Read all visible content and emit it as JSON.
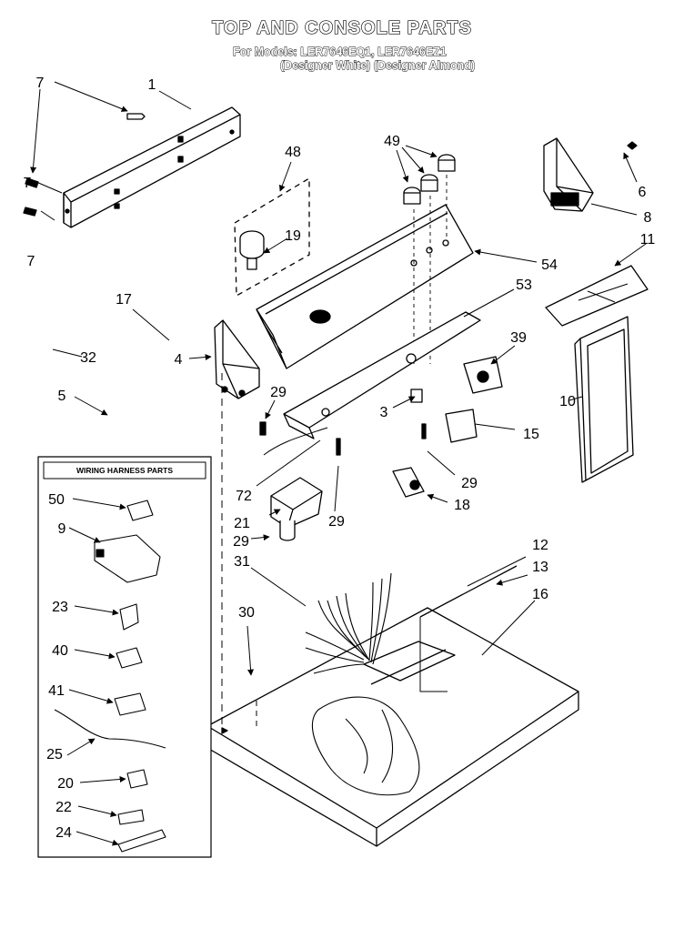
{
  "header": {
    "title": "TOP AND CONSOLE PARTS",
    "models_line": "For Models: LER7646EQ1, LER7646EZ1",
    "models_sub": "(Designer White) (Designer Almond)"
  },
  "harness_box": {
    "title": "WIRING HARNESS PARTS"
  },
  "part_numbers": [
    "7",
    "1",
    "7",
    "7",
    "48",
    "49",
    "6",
    "8",
    "19",
    "54",
    "11",
    "17",
    "32",
    "4",
    "53",
    "39",
    "5",
    "29",
    "3",
    "10",
    "15",
    "29",
    "72",
    "21",
    "29",
    "18",
    "29",
    "12",
    "31",
    "13",
    "16",
    "30",
    "50",
    "9",
    "23",
    "40",
    "41",
    "25",
    "20",
    "22",
    "24"
  ]
}
